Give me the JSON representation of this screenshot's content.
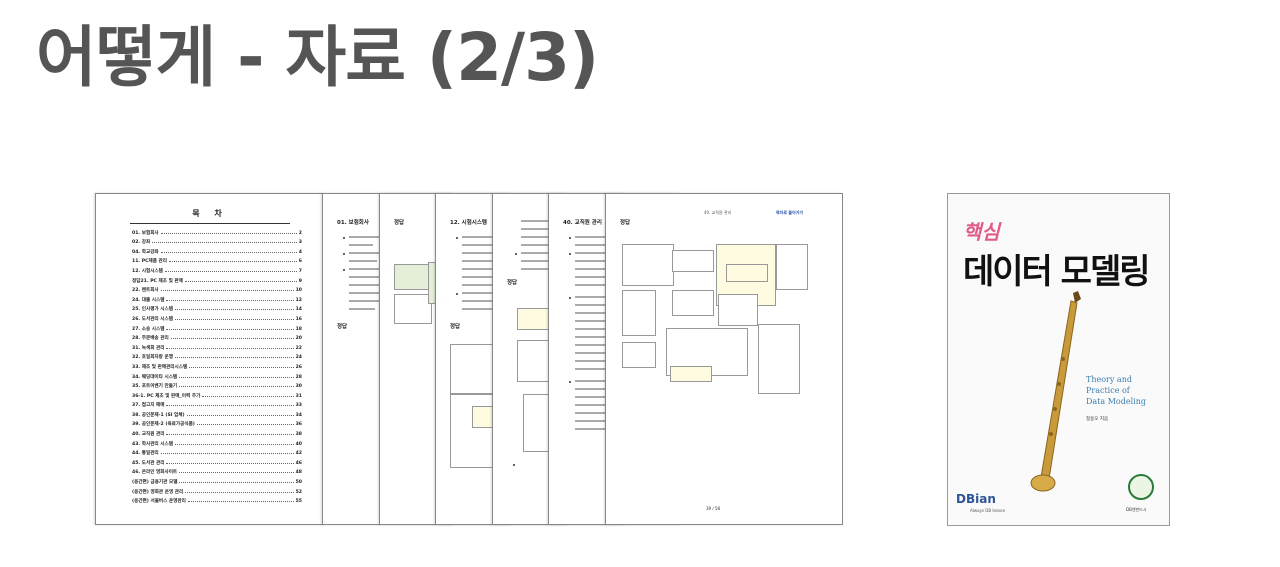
{
  "slide": {
    "title": "어떻게 - 자료 (2/3)"
  },
  "toc": {
    "heading": "목 차",
    "items": [
      {
        "label": "01. 보험회사",
        "page": "2"
      },
      {
        "label": "02. 강좌",
        "page": "3"
      },
      {
        "label": "04. 학교강좌",
        "page": "4"
      },
      {
        "label": "11. PC제품 관리",
        "page": "6"
      },
      {
        "label": "12. 시험시스템",
        "page": "7"
      },
      {
        "label": "정답21. PC 제조 및 판매",
        "page": "9"
      },
      {
        "label": "22. 렌트회사",
        "page": "10"
      },
      {
        "label": "24. 대출 시스템",
        "page": "12"
      },
      {
        "label": "25. 인사평가 시스템",
        "page": "14"
      },
      {
        "label": "26. 도서관리 시스템",
        "page": "16"
      },
      {
        "label": "27. 소송 시스템",
        "page": "18"
      },
      {
        "label": "28. 주문배송 관리",
        "page": "20"
      },
      {
        "label": "31. 녹색회 관리",
        "page": "22"
      },
      {
        "label": "32. 호일회자랑 운행",
        "page": "24"
      },
      {
        "label": "33. 제조 및 판매관리시스템",
        "page": "26"
      },
      {
        "label": "34. 웨딩데이타 시스템",
        "page": "28"
      },
      {
        "label": "35. 포트이벤기 만들기",
        "page": "30"
      },
      {
        "label": "36-1. PC 제조 및 판매_이력 추가",
        "page": "31"
      },
      {
        "label": "37. 접고지 매매",
        "page": "33"
      },
      {
        "label": "38. 공인문제-1 (SI 업체)",
        "page": "34"
      },
      {
        "label": "39. 공인문제-2 (육료가공식품)",
        "page": "36"
      },
      {
        "label": "40. 교직원 관리",
        "page": "38"
      },
      {
        "label": "43. 학사관리 시스템",
        "page": "40"
      },
      {
        "label": "44. 통일관리",
        "page": "42"
      },
      {
        "label": "45. 도서관 관리",
        "page": "46"
      },
      {
        "label": "46. 온라인 영화사이트",
        "page": "48"
      },
      {
        "label": "(응간편) 금융기관 모델",
        "page": "50"
      },
      {
        "label": "(응간편) 영화관 운영 관리",
        "page": "52"
      },
      {
        "label": "(응간편) 서울버스 운영관리",
        "page": "55"
      }
    ]
  },
  "page2": {
    "heading": "01. 보험회사",
    "answer": "정답"
  },
  "page3": {
    "heading": "정답"
  },
  "page4": {
    "heading": "12. 시험시스템",
    "answer": "정답"
  },
  "page5": {
    "answer": "정답"
  },
  "page6": {
    "heading": "40. 교직원 관리"
  },
  "page7": {
    "heading": "정답",
    "header_right": "40. 교직원 관리",
    "header_link": "목차로 돌아가기",
    "page_num": "39 / 58"
  },
  "book": {
    "subtitle": "핵심",
    "title": "데이터 모델링",
    "english_lines": [
      "Theory and",
      "Practice of",
      "Data Modeling"
    ],
    "author": "정용오 지음",
    "logo": "DBian",
    "logo_sub": "Always DB lesson",
    "publisher": "DB엔펀드시"
  },
  "colors": {
    "title": "#555555",
    "book_subtitle": "#e05b8a",
    "book_english": "#3c7fb0"
  }
}
